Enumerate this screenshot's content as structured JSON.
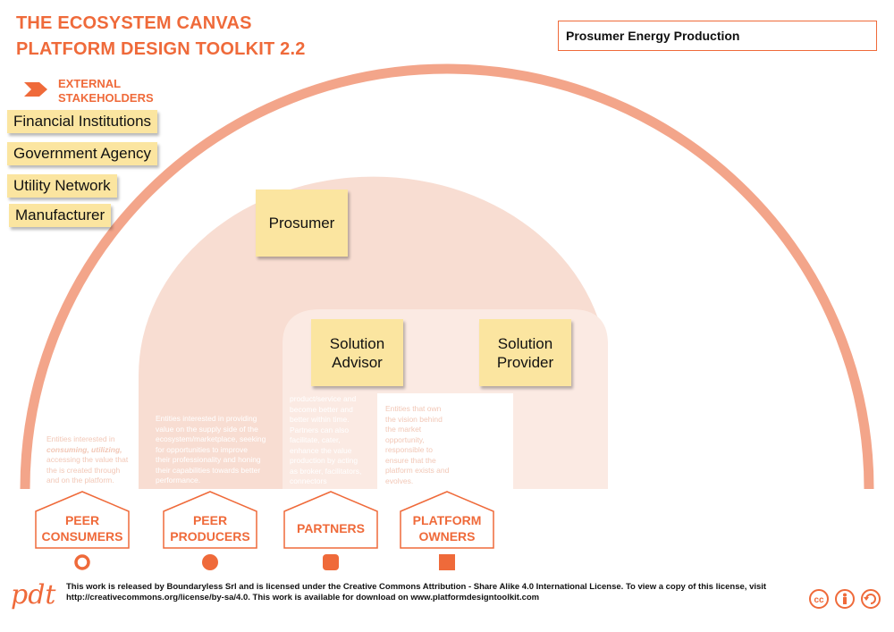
{
  "header": {
    "title_line1": "THE ECOSYSTEM CANVAS",
    "title_line2": "PLATFORM DESIGN TOOLKIT 2.2",
    "project_name": "Prosumer Energy Production"
  },
  "external": {
    "label_line1": "EXTERNAL",
    "label_line2": "STAKEHOLDERS",
    "stickies": [
      "Financial Institutions",
      "Government  Agency",
      "Utility Network",
      "Manufacturer"
    ]
  },
  "stickies": {
    "prosumer": "Prosumer",
    "advisor_line1": "Solution",
    "advisor_line2": "Advisor",
    "provider_line1": "Solution",
    "provider_line2": "Provider"
  },
  "descriptions": {
    "consumers": [
      "Entities interested in",
      "consuming, utilizing,",
      "accessing the value that",
      "the is created through",
      "and on the platform."
    ],
    "producers": [
      "Entities interested in providing",
      "value on the supply side of the",
      "ecosystem/marketplace, seeking",
      "for opportunities to improve",
      "their professionality and honing",
      "their capabilities towards better",
      "performance."
    ],
    "partners": [
      "product/service and",
      "become better and",
      "better within time.",
      "Partners can also",
      "facilitate, cater,",
      "enhance the value",
      "production by acting",
      "as broker, facilitators,",
      "connectors"
    ],
    "owners": [
      "Entities that own",
      "the vision behind",
      "the market",
      "opportunity,",
      "responsible to",
      "ensure that the",
      "platform exists and",
      "evolves."
    ]
  },
  "roles": [
    {
      "line1": "PEER",
      "line2": "CONSUMERS"
    },
    {
      "line1": "PEER",
      "line2": "PRODUCERS"
    },
    {
      "line1": "PARTNERS",
      "line2": ""
    },
    {
      "line1": "PLATFORM",
      "line2": "OWNERS"
    }
  ],
  "footer": {
    "line1": "This work is released by Boundaryless Srl and is licensed under the Creative Commons Attribution - Share Alike 4.0 International License. To view a copy of this license, visit",
    "line2": "http://creativecommons.org/license/by-sa/4.0. This work is available for download on www.platformdesigntoolkit.com",
    "logo_text": "pdt",
    "cc_label": "cc"
  },
  "colors": {
    "accent": "#ef6a3a",
    "arc": "#f3a58a",
    "dome": "#f8ddd2",
    "inner": "#fbeae3",
    "sticky": "#fbe5a0"
  }
}
